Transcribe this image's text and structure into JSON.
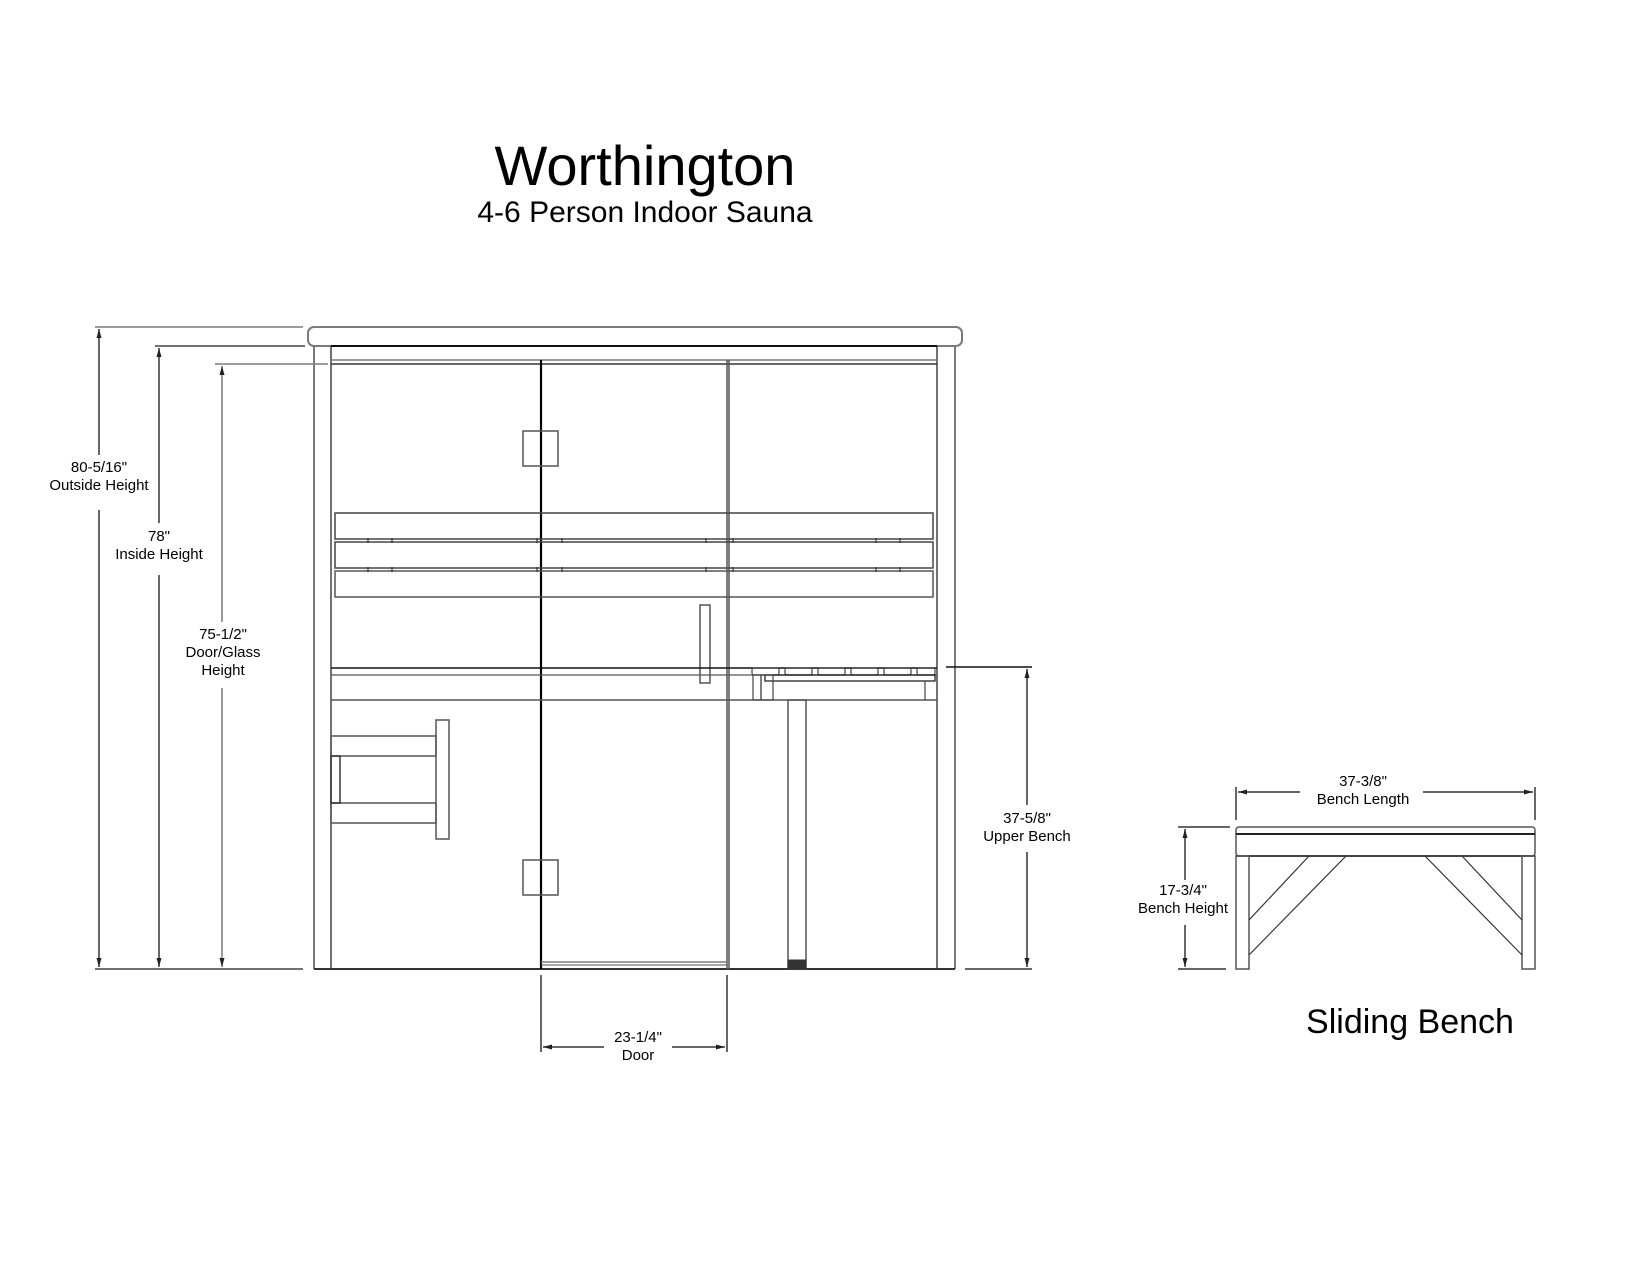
{
  "header": {
    "title": "Worthington",
    "subtitle": "4-6 Person Indoor Sauna"
  },
  "sauna_front_view": {
    "dimensions": {
      "outside_height": {
        "value": "80-5/16\"",
        "label": "Outside Height"
      },
      "inside_height": {
        "value": "78\"",
        "label": "Inside Height"
      },
      "door_glass_height": {
        "value": "75-1/2\"",
        "label_line1": "Door/Glass",
        "label_line2": "Height"
      },
      "upper_bench": {
        "value": "37-5/8\"",
        "label": "Upper Bench"
      },
      "door_width": {
        "value": "23-1/4\"",
        "label": "Door"
      }
    }
  },
  "sliding_bench": {
    "title": "Sliding Bench",
    "dimensions": {
      "bench_length": {
        "value": "37-3/8\"",
        "label": "Bench Length"
      },
      "bench_height": {
        "value": "17-3/4\"",
        "label": "Bench Height"
      }
    }
  },
  "colors": {
    "line_dark": "#1a1a1a",
    "line_gray": "#7a7a7a",
    "background": "#ffffff"
  }
}
